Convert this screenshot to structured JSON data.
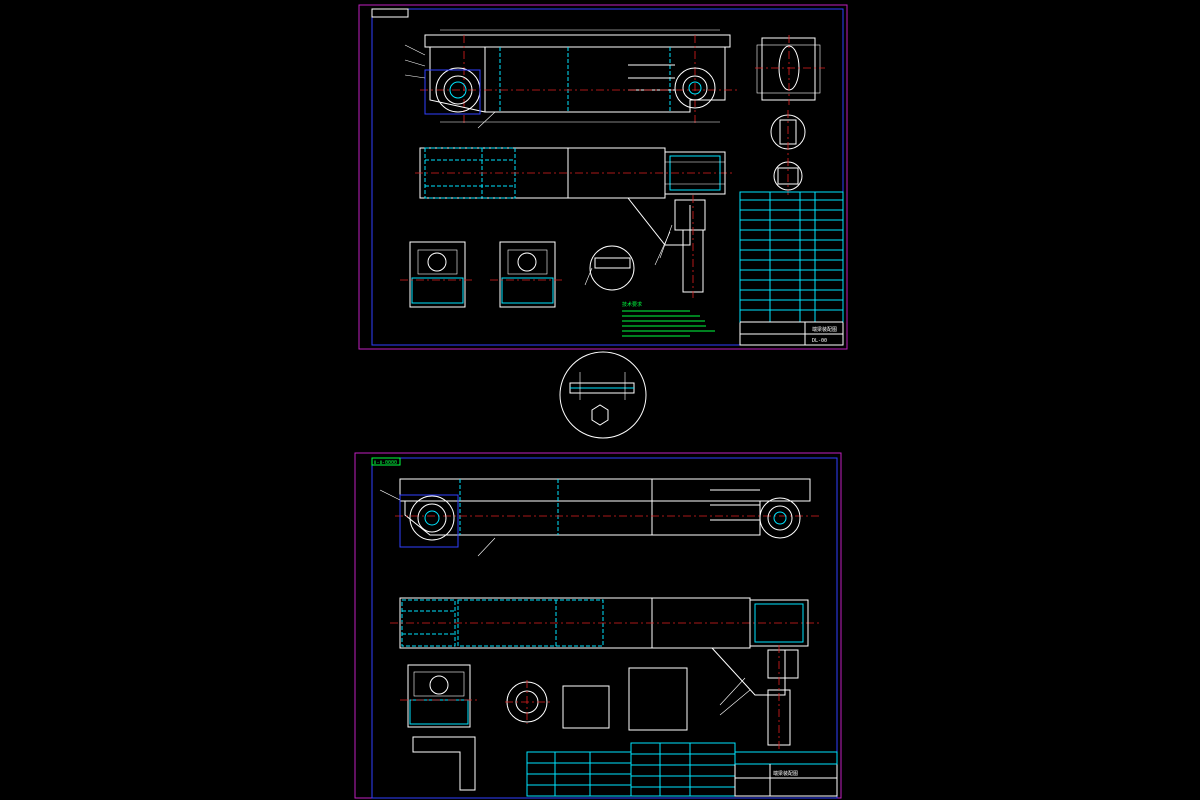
{
  "drawing": {
    "top_sheet": {
      "notes_title": "技术要求",
      "title_block_name": "端梁装配图",
      "title_block_code": "DL-00"
    },
    "bottom_sheet": {
      "label_tag": "Ⅱ-Ⅱ-0000",
      "title_block_name": "端梁装配图"
    }
  },
  "colors": {
    "background": "#000000",
    "outline": "#ffffff",
    "hidden": "#00e5ff",
    "center": "#e02020",
    "border": "#c020c0",
    "frame": "#3040ff",
    "notes": "#00ff40"
  }
}
